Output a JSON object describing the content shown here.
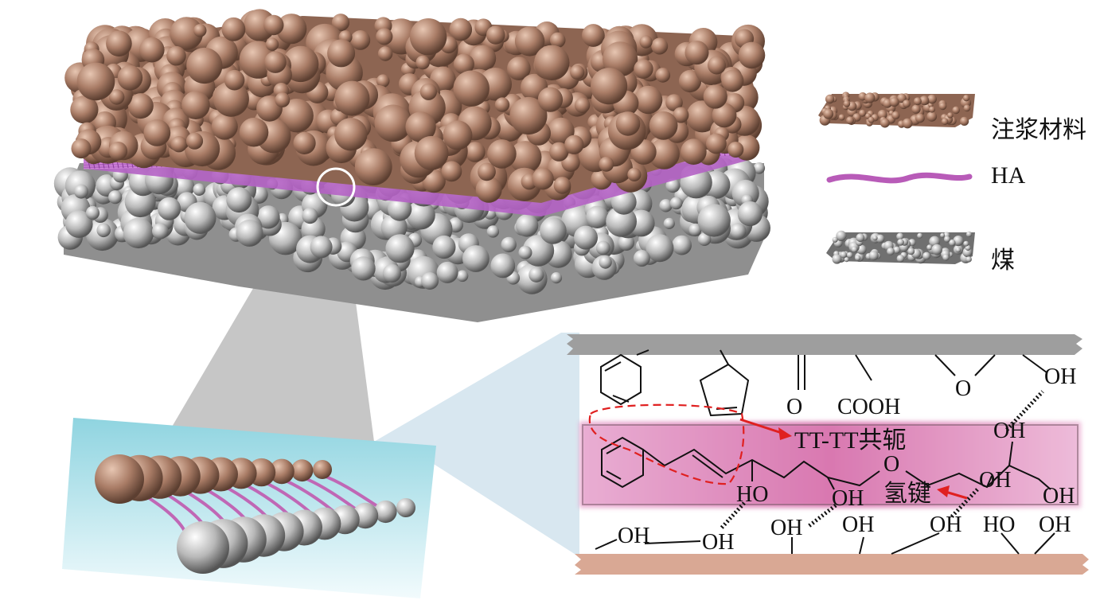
{
  "legend": {
    "grout_label": "注浆材料",
    "ha_label": "HA",
    "coal_label": "煤"
  },
  "chem": {
    "carbonyl_o": "O",
    "cooh": "COOH",
    "epoxide_o": "O",
    "oh_top_right": "OH",
    "oh_mid_right": "OH",
    "ether_o": "O",
    "ho_left": "HO",
    "oh_center": "OH",
    "oh_right_chain": "OH",
    "oh_far_right": "OH",
    "conjugation_label": "TT-TT共轭",
    "hbond_label": "氢键",
    "bottom_oh_1": "OH",
    "bottom_oh_2": "OH",
    "bottom_oh_3": "OH",
    "bottom_oh_4": "OH",
    "bottom_oh_5": "OH",
    "bottom_ho_6": "HO",
    "bottom_oh_7": "OH"
  },
  "colors": {
    "grout": "#b58a72",
    "coal": "#9a9a9a",
    "ha": "#c060c0",
    "arrow": "#e02020",
    "highlight": "#e59ac8",
    "bond_panel": "#c8ecf2",
    "bottom_bar": "#d9a894"
  }
}
